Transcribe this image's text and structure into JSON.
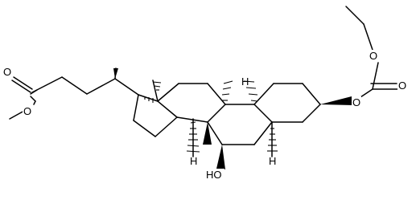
{
  "atom_labels": {
    "ester_oxygen_carbonyl": "O",
    "ester_oxygen_methoxy": "O",
    "carbonate_oxygen_ethoxy": "O",
    "carbonate_oxygen_carbonyl": "O",
    "carbonate_oxygen_ring": "O",
    "hydroxyl": "HO",
    "h_stereo_c9": "H",
    "h_stereo_c14": "H",
    "h_stereo_c5": "H"
  }
}
